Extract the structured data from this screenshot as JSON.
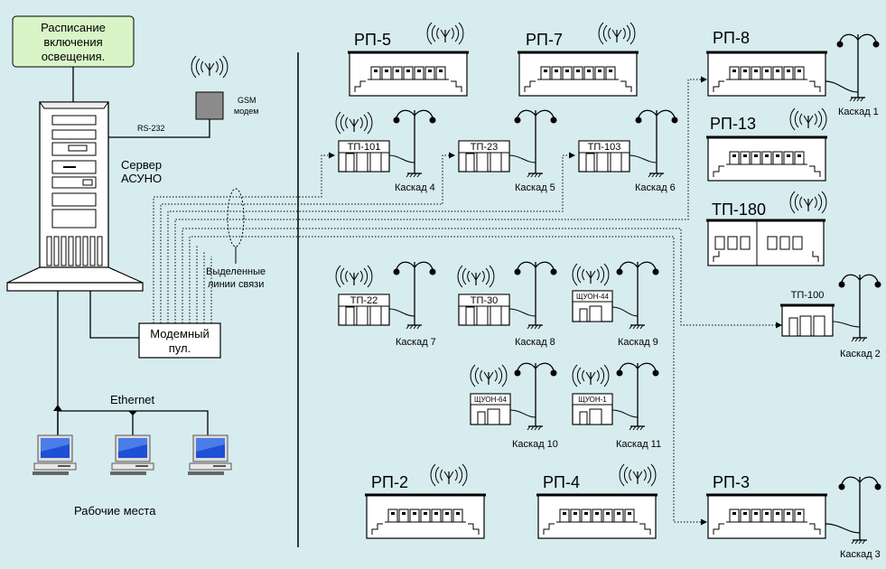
{
  "schedule": {
    "lines": [
      "Расписание",
      "включения",
      "освещения."
    ]
  },
  "gsm": {
    "lines": [
      "GSM",
      "модем"
    ]
  },
  "rs232": "RS-232",
  "server": {
    "lines": [
      "Сервер",
      "АСУНО"
    ]
  },
  "modem_pool": {
    "lines": [
      "Модемный",
      "пул."
    ]
  },
  "dedicated_lines": {
    "lines": [
      "Выделенные",
      "линии связи"
    ]
  },
  "ethernet": "Ethernet",
  "workplaces": "Рабочие места",
  "rp": {
    "rp5": "РП-5",
    "rp7": "РП-7",
    "rp8": "РП-8",
    "rp13": "РП-13",
    "tp180": "ТП-180",
    "rp2": "РП-2",
    "rp4": "РП-4",
    "rp3": "РП-3"
  },
  "tp": {
    "tp101": "ТП-101",
    "tp23": "ТП-23",
    "tp103": "ТП-103",
    "tp100": "ТП-100",
    "tp22": "ТП-22",
    "tp30": "ТП-30",
    "shuon44": "ЩУОН-44",
    "shuon64": "ЩУОН-64",
    "shuon1": "ЩУОН-1"
  },
  "cascades": {
    "c1": "Каскад 1",
    "c2": "Каскад 2",
    "c3": "Каскад 3",
    "c4": "Каскад 4",
    "c5": "Каскад 5",
    "c6": "Каскад 6",
    "c7": "Каскад 7",
    "c8": "Каскад 8",
    "c9": "Каскад 9",
    "c10": "Каскад 10",
    "c11": "Каскад 11"
  },
  "colors": {
    "background": "#d7ecef",
    "schedule_fill": "#d9f5c7",
    "modem_fill": "#8c8c8c",
    "screen": "#1f4fd6"
  }
}
